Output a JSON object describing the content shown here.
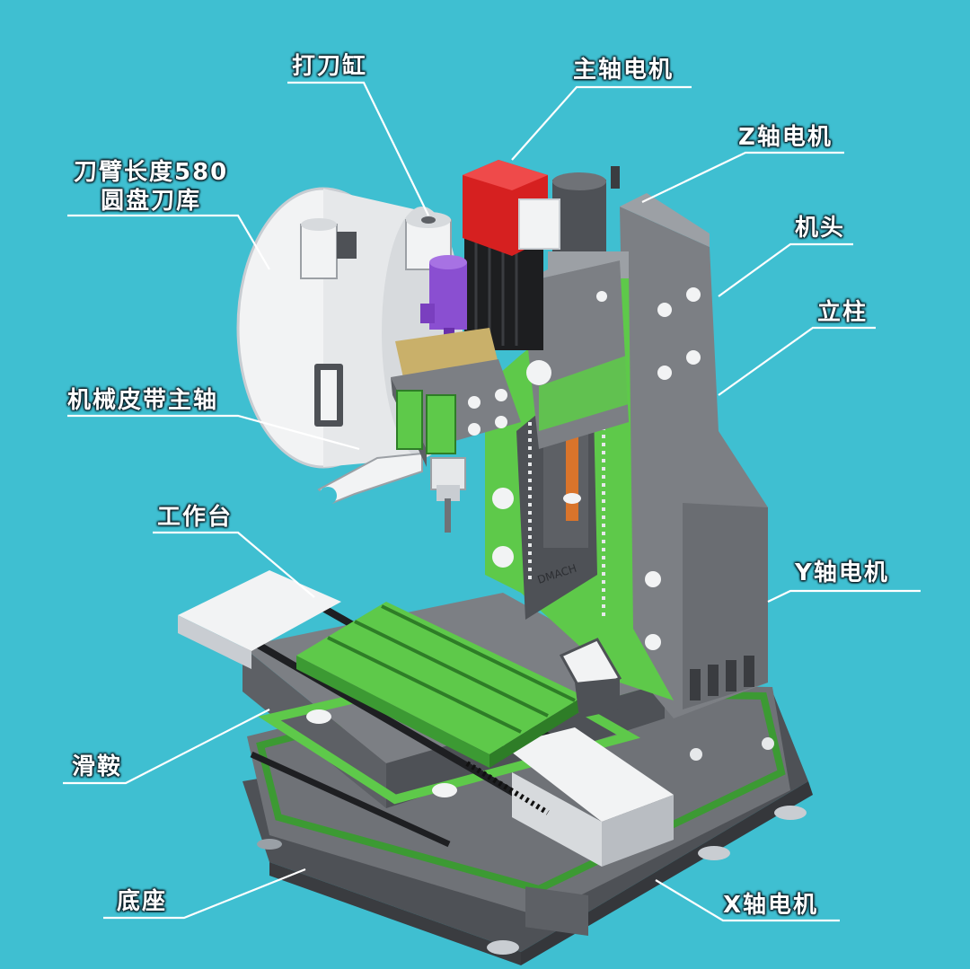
{
  "labels": {
    "drawbar_cylinder": "打刀缸",
    "spindle_motor": "主轴电机",
    "z_motor": "Z轴电机",
    "tool_magazine_line1": "刀臂长度580",
    "tool_magazine_line2": "圆盘刀库",
    "head": "机头",
    "column": "立柱",
    "belt_spindle": "机械皮带主轴",
    "worktable": "工作台",
    "y_motor": "Y轴电机",
    "saddle": "滑鞍",
    "base": "底座",
    "x_motor": "X轴电机"
  },
  "plate_text": "DMACH",
  "colors": {
    "background": "#3fbfd1",
    "frame_gray": "#7c7f84",
    "frame_dark": "#4e5156",
    "green": "#5ec94a",
    "green_dark": "#3c9a33",
    "red_motor": "#d62020",
    "purple_motor": "#8a4fd1",
    "white_parts": "#f2f3f4",
    "label_text": "#ffffff",
    "leader_line": "#ffffff"
  }
}
